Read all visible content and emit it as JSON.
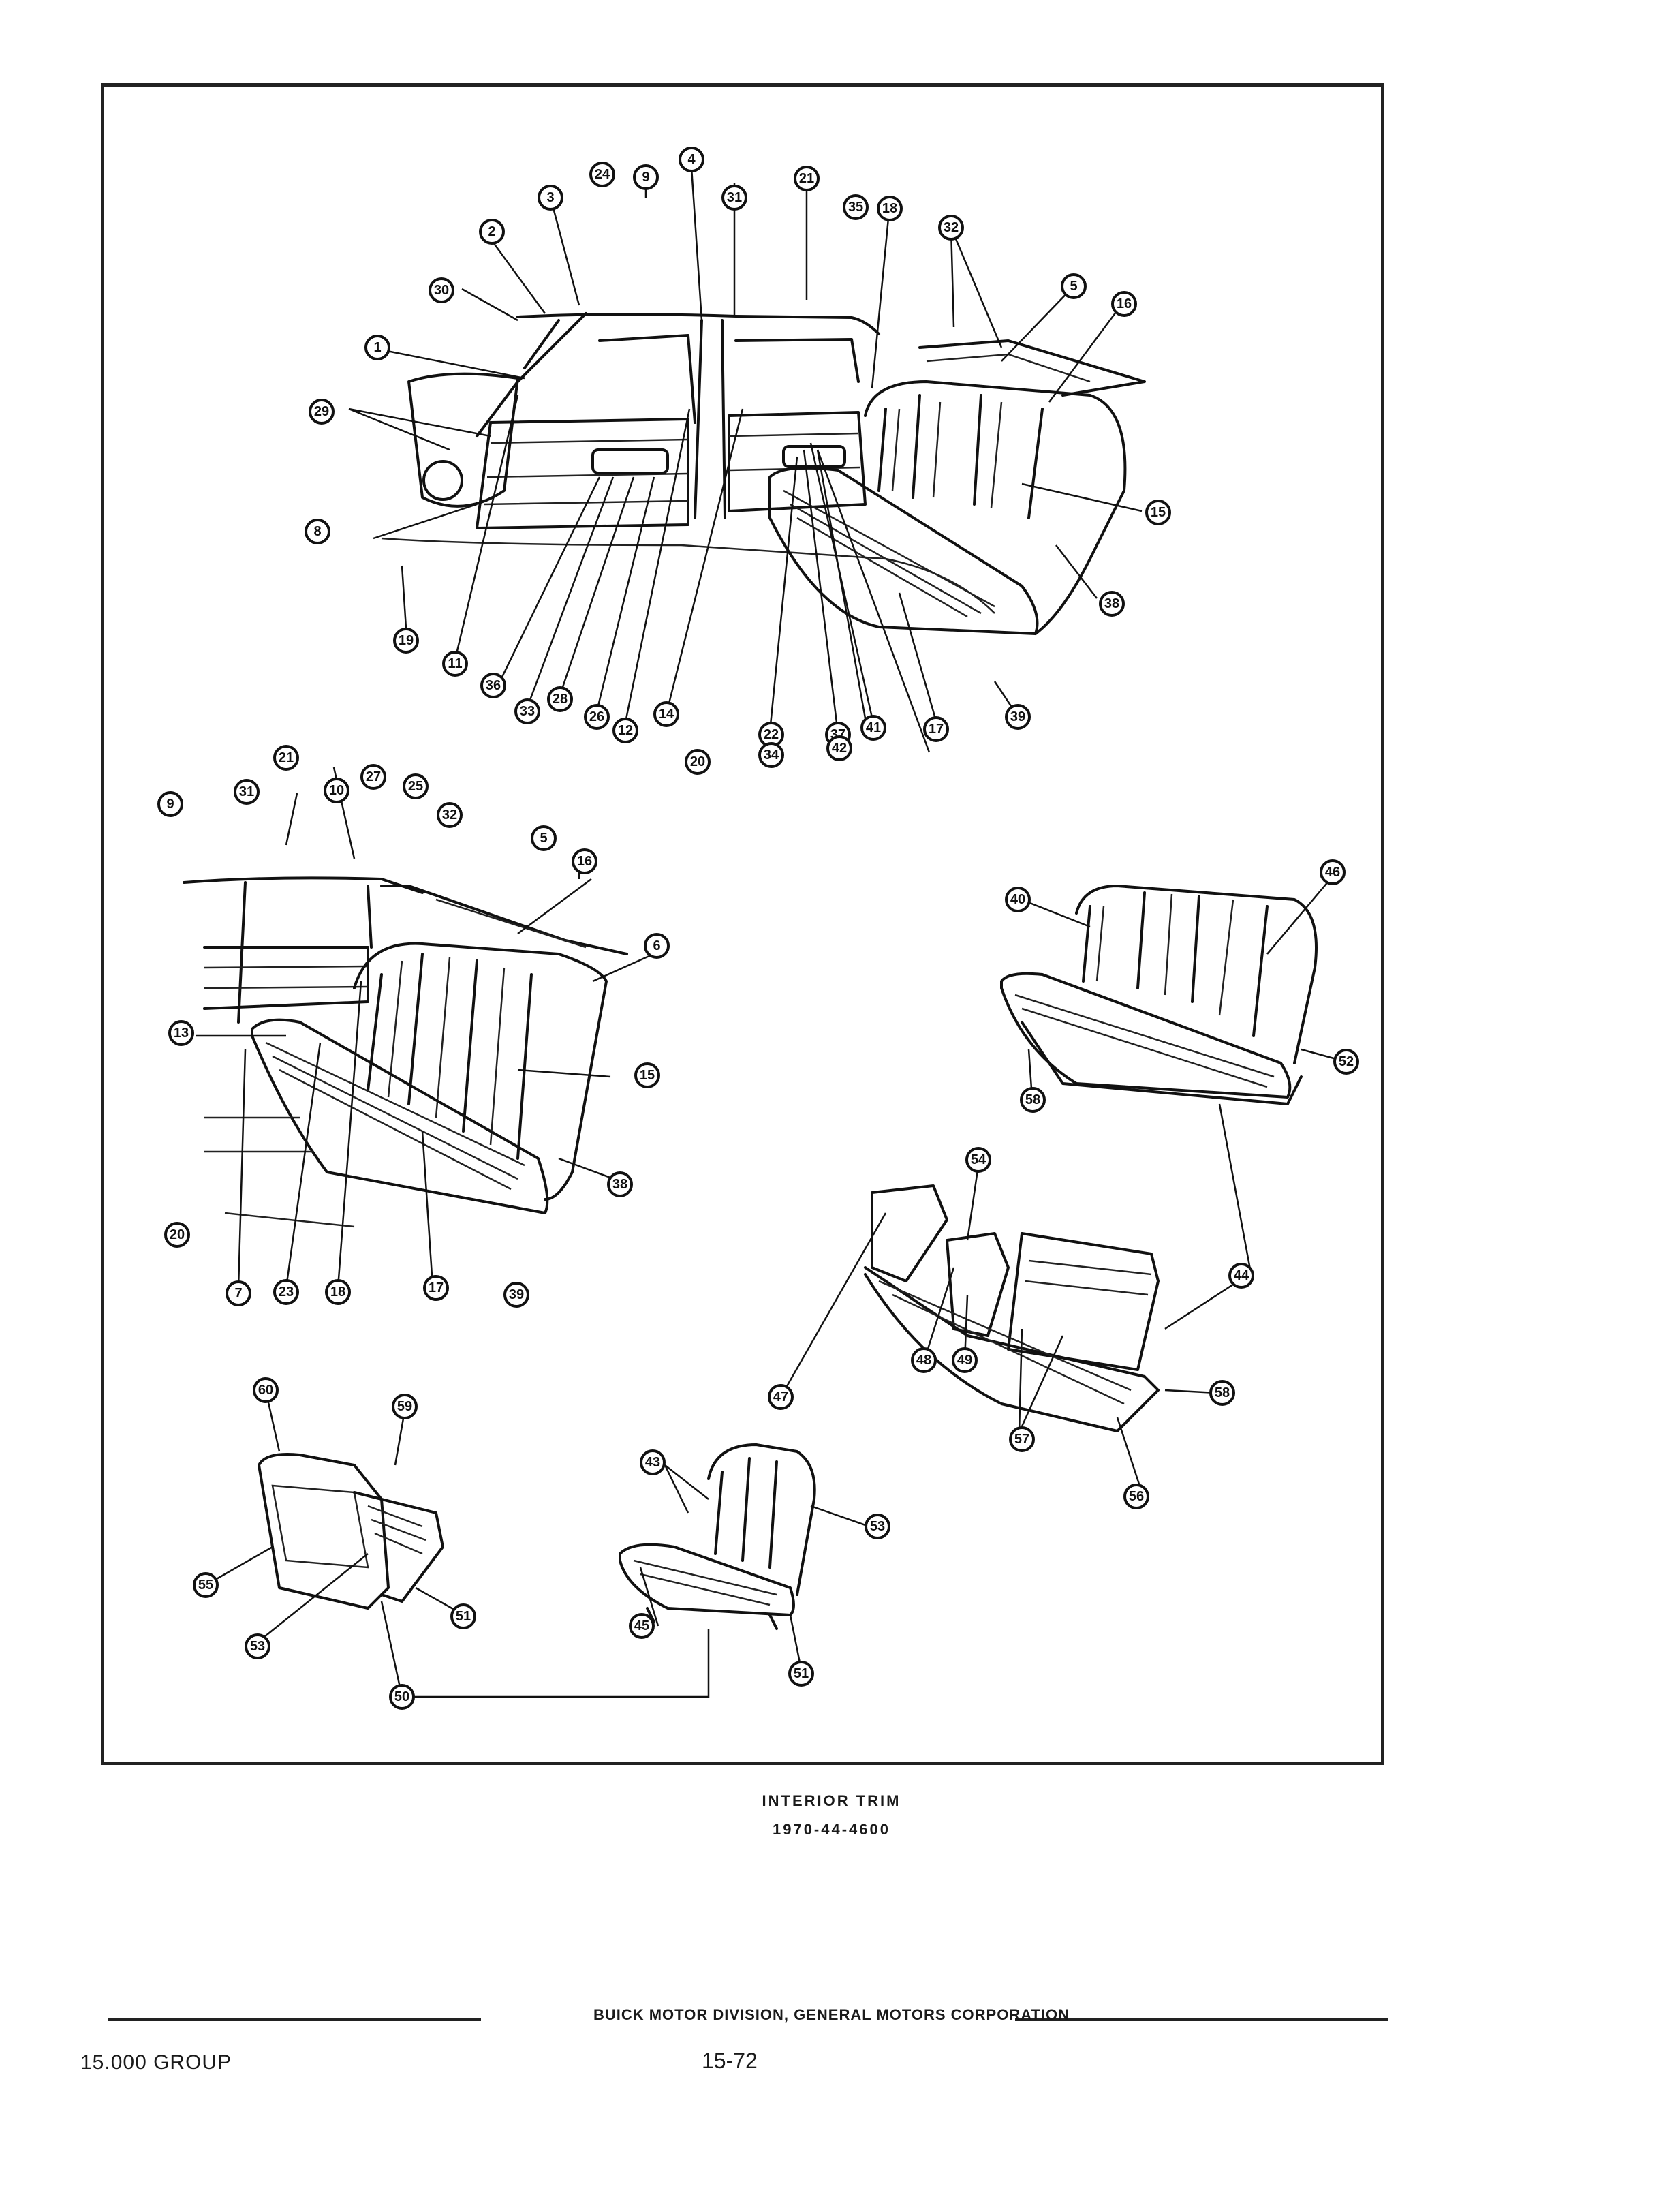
{
  "caption": {
    "title": "INTERIOR TRIM",
    "code": "1970-44-4600"
  },
  "footer": {
    "corporation": "BUICK MOTOR DIVISION, GENERAL MOTORS CORPORATION",
    "group": "15.000 GROUP",
    "page": "15-72"
  },
  "callouts": [
    "1",
    "2",
    "3",
    "4",
    "5",
    "5",
    "6",
    "7",
    "8",
    "9",
    "9",
    "10",
    "11",
    "12",
    "13",
    "14",
    "15",
    "15",
    "16",
    "16",
    "17",
    "17",
    "18",
    "18",
    "19",
    "20",
    "20",
    "21",
    "21",
    "22",
    "23",
    "24",
    "25",
    "26",
    "27",
    "28",
    "29",
    "30",
    "31",
    "31",
    "32",
    "32",
    "33",
    "34",
    "35",
    "36",
    "37",
    "38",
    "38",
    "39",
    "39",
    "40",
    "41",
    "42",
    "43",
    "44",
    "45",
    "46",
    "47",
    "48",
    "49",
    "50",
    "51",
    "51",
    "52",
    "53",
    "53",
    "54",
    "55",
    "56",
    "57",
    "58",
    "58",
    "59",
    "60"
  ]
}
